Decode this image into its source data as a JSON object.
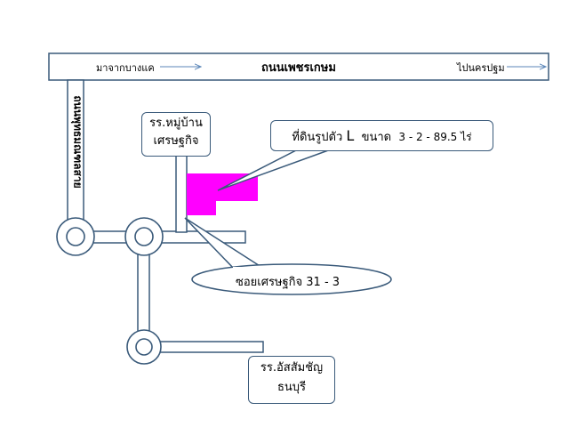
{
  "main_road": {
    "name": "ถนนเพชรเกษม",
    "left_direction": "มาจากบางแค",
    "right_direction": "ไปนครปฐม"
  },
  "side_road": {
    "name": "ถนนพุทธมณฑลสาย"
  },
  "landmarks": {
    "school_top_line1": "รร.หมู่บ้าน",
    "school_top_line2": "เศรษฐกิจ",
    "school_bottom_line1": "รร.อัสสัมชัญ",
    "school_bottom_line2": "ธนบุรี"
  },
  "land_callout": {
    "label": "ที่ดินรูปตัว",
    "shape_letter": "L",
    "size_label": "ขนาด",
    "size_value": "3 - 2 - 89.5 ไร่"
  },
  "soi_callout": {
    "label": "ซอยเศรษฐกิจ 31 - 3"
  },
  "colors": {
    "land_plot": "#ff00ff",
    "road_outline": "#3a5a7a"
  }
}
